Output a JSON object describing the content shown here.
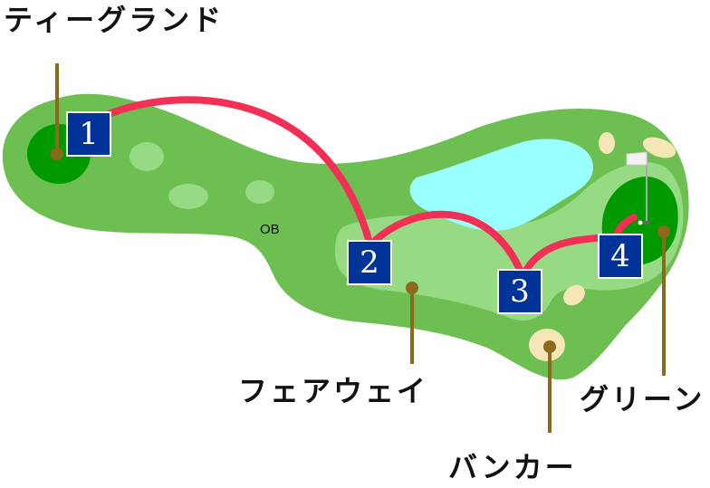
{
  "labels": {
    "tee_ground": "ティーグランド",
    "fairway": "フェアウェイ",
    "bunker": "バンカー",
    "green": "グリーン",
    "ob": "OB"
  },
  "shot_markers": [
    "1",
    "2",
    "3",
    "4"
  ],
  "colors": {
    "rough": "#6dbf52",
    "fairway": "#96db84",
    "tee_and_green": "#009900",
    "water": "#99ffff",
    "bunker": "#f5e6b8",
    "shot_path": "#f23055",
    "marker_bg": "#003399",
    "leader_line": "#8b6a1e"
  }
}
